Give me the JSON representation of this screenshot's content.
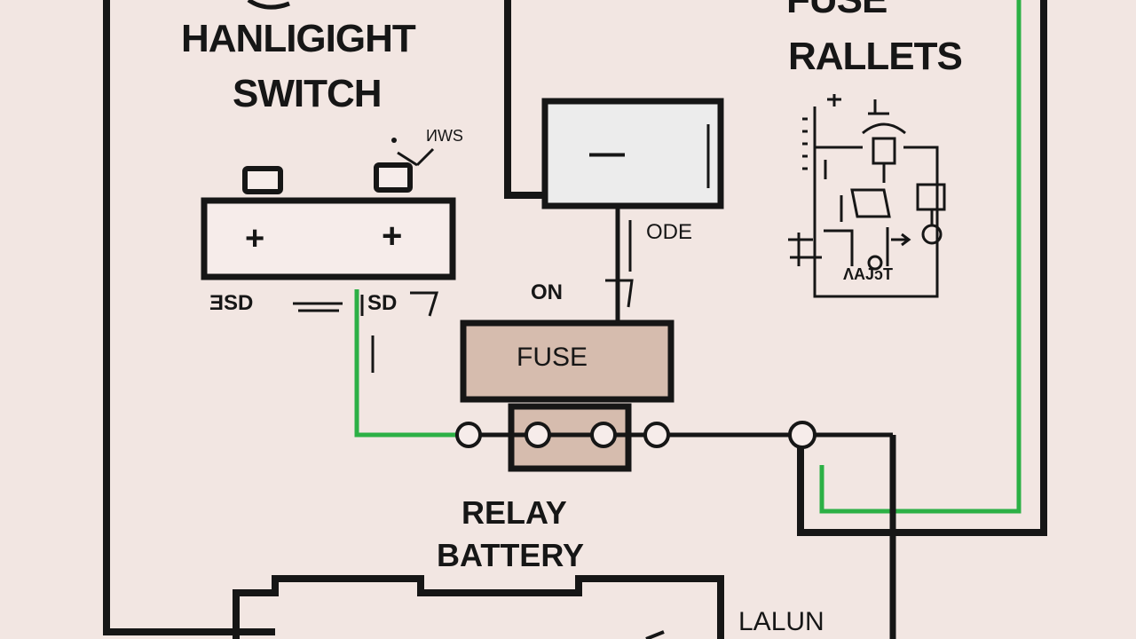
{
  "headlight_switch": {
    "title_line1": "HANLIGIGHT",
    "title_line2": "SWITCH",
    "plus_left": "+",
    "plus_right": "+",
    "label_left": "ƎSD",
    "label_right": "SD",
    "small_label": "ИWS"
  },
  "fuse_panel": {
    "title_line1": "FUSE",
    "title_line2": "RALLETS",
    "bottom_label": "ɅAJↄT"
  },
  "relay_box": {
    "symbol": "—",
    "side_label": "ODE",
    "on_label": "ON"
  },
  "fuse": {
    "label": "FUSE",
    "fill_color": "#d6bcae"
  },
  "relay_battery": {
    "line1": "RELAY",
    "line2": "BATTERY"
  },
  "bottom_right": {
    "label": "LALUN"
  },
  "colors": {
    "background": "#f2e6e2",
    "wire_black": "#161616",
    "wire_green": "#2cb045",
    "relay_box_fill": "#ececec"
  }
}
